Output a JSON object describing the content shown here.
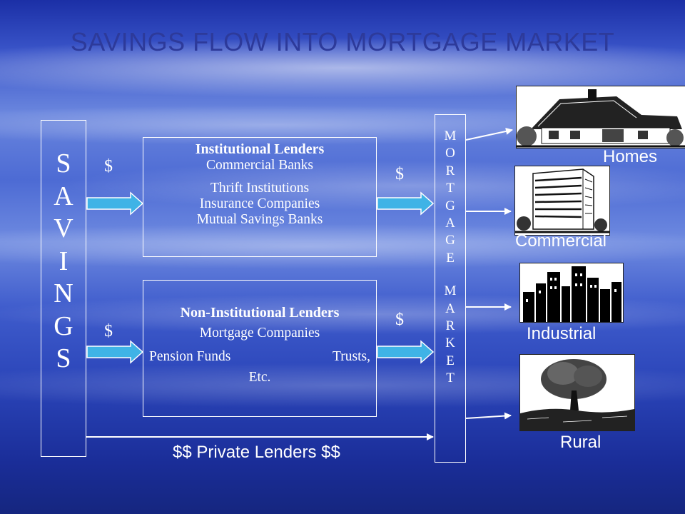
{
  "title": "SAVINGS FLOW INTO MORTGAGE MARKET",
  "savings_letters": [
    "S",
    "A",
    "V",
    "I",
    "N",
    "G",
    "S"
  ],
  "mortgage_letters": [
    "M",
    "O",
    "R",
    "T",
    "G",
    "A",
    "G",
    "E"
  ],
  "market_letters": [
    "M",
    "A",
    "R",
    "K",
    "E",
    "T"
  ],
  "institutional": {
    "heading": "Institutional Lenders",
    "line1": "Commercial Banks",
    "line2": "Thrift Institutions",
    "line3": "Insurance Companies",
    "line4": "Mutual Savings Banks"
  },
  "non_institutional": {
    "heading": "Non-Institutional Lenders",
    "line1": "Mortgage Companies",
    "line2a": "Pension Funds",
    "line2b": "Trusts,",
    "line3": "Etc."
  },
  "dollar_sign": "$",
  "private_lenders": "$$ Private Lenders $$",
  "categories": {
    "homes": "Homes",
    "commercial": "Commercial",
    "industrial": "Industrial",
    "rural": "Rural"
  },
  "colors": {
    "title": "#2d3a9a",
    "arrow_fill": "#3fb3e6",
    "line": "#ffffff"
  }
}
